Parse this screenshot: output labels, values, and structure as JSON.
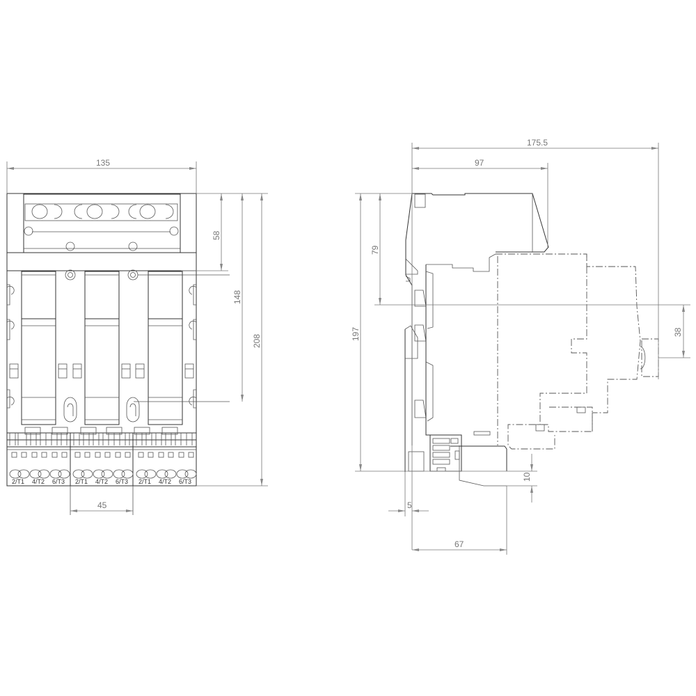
{
  "drawing": {
    "type": "technical-dimension-drawing",
    "units": "mm",
    "colors": {
      "line": "#333333",
      "dimension": "#777777",
      "background": "#ffffff"
    }
  },
  "front_view": {
    "dimensions": {
      "width": "135",
      "height_58": "58",
      "height_148": "148",
      "height_208": "208",
      "pitch": "45"
    },
    "terminal_labels": [
      "2/T1",
      "4/T2",
      "6/T3",
      "2/T1",
      "4/T2",
      "6/T3",
      "2/T1",
      "4/T2",
      "6/T3"
    ]
  },
  "side_view": {
    "dimensions": {
      "depth_total": "175.5",
      "depth_97": "97",
      "height_79": "79",
      "height_197": "197",
      "offset_38": "38",
      "offset_10": "10",
      "rail_5": "5",
      "depth_67": "67"
    }
  }
}
